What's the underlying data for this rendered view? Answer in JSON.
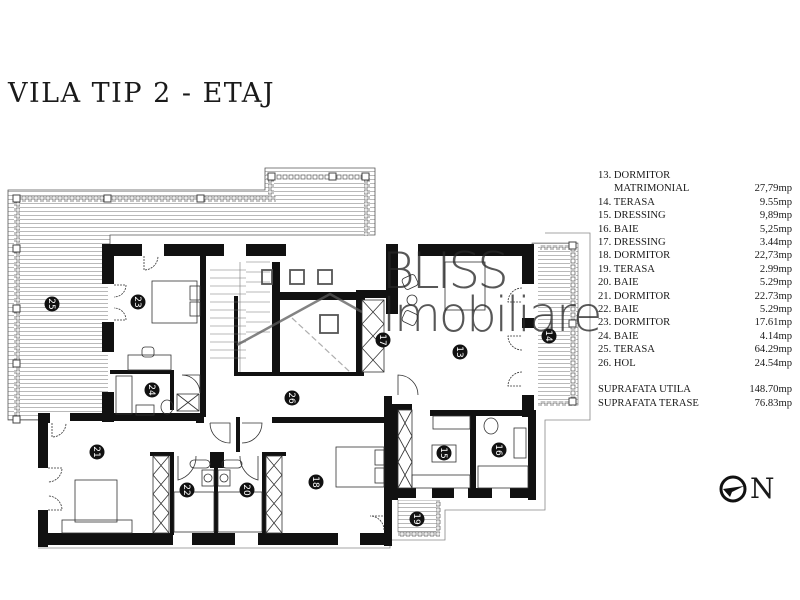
{
  "title": "VILA TIP 2 - ETAJ",
  "legend": {
    "rooms": [
      {
        "num": "13.",
        "name": "DORMITOR",
        "name2": "MATRIMONIAL",
        "area": "27,79mp"
      },
      {
        "num": "14.",
        "name": "TERASA",
        "area": "9.55mp"
      },
      {
        "num": "15.",
        "name": "DRESSING",
        "area": "9,89mp"
      },
      {
        "num": "16.",
        "name": "BAIE",
        "area": "5,25mp"
      },
      {
        "num": "17.",
        "name": "DRESSING",
        "area": "3.44mp"
      },
      {
        "num": "18.",
        "name": "DORMITOR",
        "area": "22,73mp"
      },
      {
        "num": "19.",
        "name": "TERASA",
        "area": "2.99mp"
      },
      {
        "num": "20.",
        "name": "BAIE",
        "area": "5.29mp"
      },
      {
        "num": "21.",
        "name": "DORMITOR",
        "area": "22.73mp"
      },
      {
        "num": "22.",
        "name": "BAIE",
        "area": "5.29mp"
      },
      {
        "num": "23.",
        "name": "DORMITOR",
        "area": "17.61mp"
      },
      {
        "num": "24.",
        "name": "BAIE",
        "area": "4.14mp"
      },
      {
        "num": "25.",
        "name": "TERASA",
        "area": "64.29mp"
      },
      {
        "num": "26.",
        "name": "HOL",
        "area": "24.54mp"
      }
    ],
    "totals": [
      {
        "label": "SUPRAFATA UTILA",
        "area": "148.70mp"
      },
      {
        "label": "SUPRAFATA TERASE",
        "area": "76.83mp"
      }
    ]
  },
  "plan_labels": {
    "r13": "13",
    "r14": "14",
    "r15": "15",
    "r16": "16",
    "r17": "17",
    "r18": "18",
    "r19": "19",
    "r20": "20",
    "r21": "21",
    "r22": "22",
    "r23": "23",
    "r24": "24",
    "r25": "25",
    "r26": "26"
  },
  "north": {
    "label": "N"
  },
  "watermark": {
    "line1": "BLISS",
    "line2": "Imobiliare"
  }
}
